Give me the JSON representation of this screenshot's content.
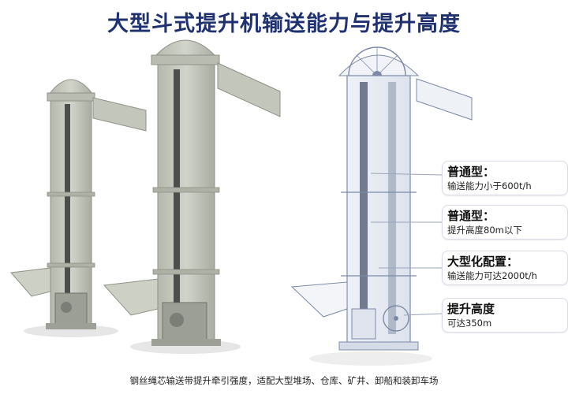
{
  "title": "大型斗式提升机输送能力与提升高度",
  "callouts": [
    {
      "head": "普通型：",
      "body": "输送能力小于600t/h"
    },
    {
      "head": "普通型：",
      "body": "提升高度80m以下"
    },
    {
      "head": "大型化配置：",
      "body": "输送能力可达2000t/h"
    },
    {
      "head": "提升高度",
      "body": "可达350m"
    }
  ],
  "caption": "钢丝绳芯输送带提升牵引强度，适配大型堆场、仓库、矿井、卸船和装卸车场",
  "colors": {
    "title": "#1f3170",
    "machine_body": "#c9ccc2",
    "machine_shadow": "#a7aa9f",
    "wireframe": "#7c8aa8",
    "leader_line": "#9aa3b8"
  }
}
